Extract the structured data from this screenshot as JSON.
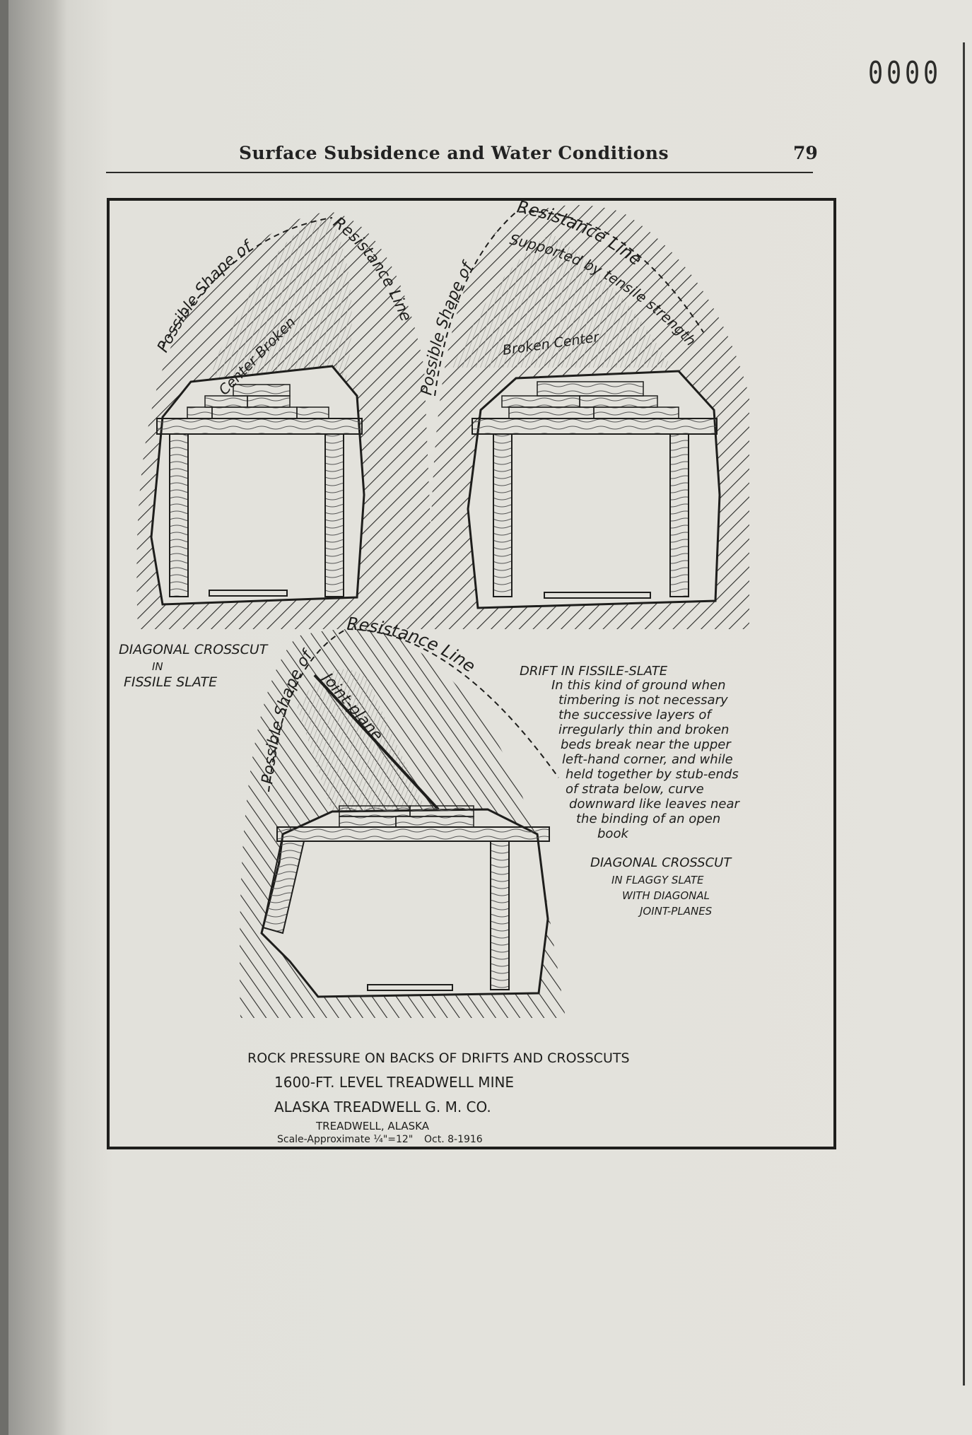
{
  "page": {
    "stamp": "0000",
    "running_head": "Surface Subsidence and Water Conditions",
    "page_number": "79"
  },
  "figure": {
    "top_left": {
      "shape_label": "Possible Shape of",
      "resistance_label": "Resistance Line",
      "center_label": "Center Broken"
    },
    "top_right": {
      "shape_label": "Possible Shape of",
      "resistance_label": "Resistance Line",
      "support_label": "Supported by tensile strength",
      "center_label": "Broken Center"
    },
    "bottom": {
      "shape_label": "Possible Shape of",
      "resistance_label": "Resistance Line",
      "joint_label": "Joint-plane"
    },
    "label_fissile": [
      "DIAGONAL CROSSCUT",
      "IN",
      "FISSILE SLATE"
    ],
    "label_drift_title": "DRIFT IN FISSILE-SLATE",
    "label_drift_text": [
      "In this kind of ground when",
      "timbering is not necessary",
      "the successive layers of",
      "irregularly thin and broken",
      "beds break near the upper",
      "left-hand corner, and while",
      "held together by stub-ends",
      "of strata below, curve",
      "downward like leaves near",
      "the binding of an open",
      "book"
    ],
    "label_flaggy": [
      "DIAGONAL CROSSCUT",
      "IN FLAGGY SLATE",
      "WITH DIAGONAL",
      "JOINT-PLANES"
    ],
    "caption": {
      "title": "ROCK PRESSURE ON BACKS OF DRIFTS AND CROSSCUTS",
      "level": "1600-FT. LEVEL TREADWELL MINE",
      "company": "ALASKA TREADWELL G. M. CO.",
      "location": "TREADWELL, ALASKA",
      "scale": "Scale-Approximate ¼\"=12\"",
      "date": "Oct. 8-1916"
    }
  }
}
